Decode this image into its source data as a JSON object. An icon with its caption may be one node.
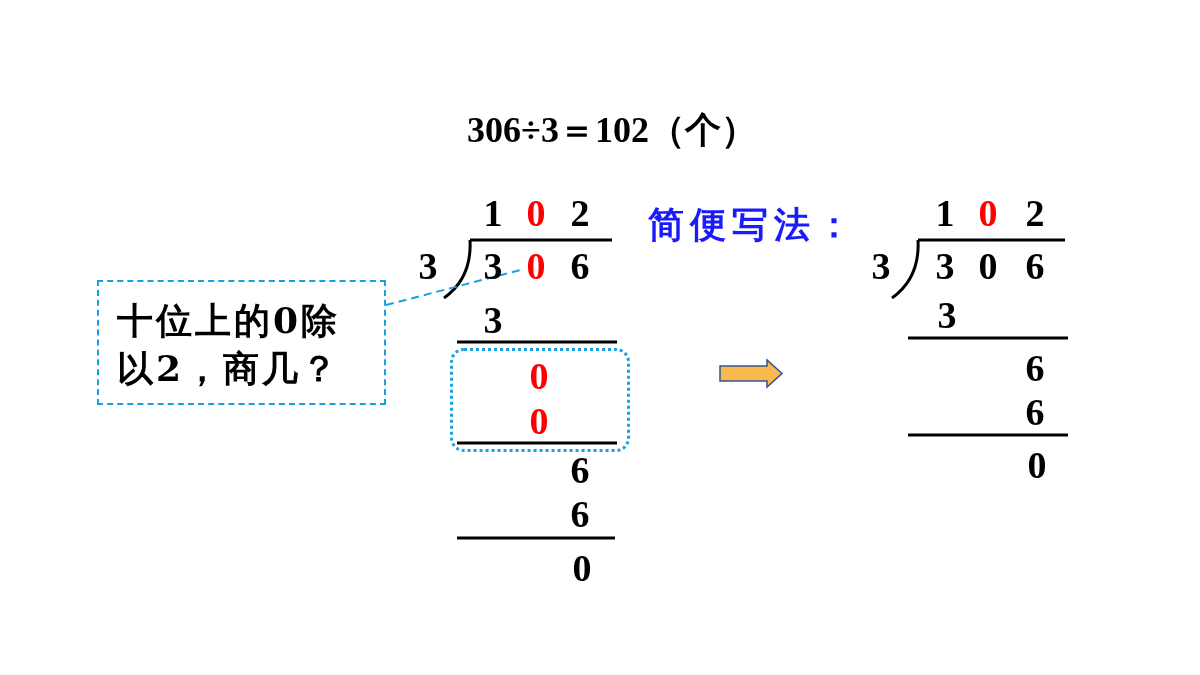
{
  "diagram": {
    "title": "306÷3＝102（个）",
    "nodes": [
      {
        "text": [
          "十位上的0除以2，商几？"
        ]
      },
      {
        "text": [
          "0"
        ]
      },
      {
        "text": [
          "0",
          "0"
        ]
      }
    ],
    "edges": [
      {
        "from": 0,
        "to": 1,
        "arrow": "none",
        "style": "dashed",
        "color": "#1aa0e0"
      }
    ],
    "labels": [
      "1",
      "0",
      "2",
      "3",
      "3",
      "6",
      "3",
      "6",
      "6",
      "0",
      "简便写法：",
      "1",
      "0",
      "2",
      "3",
      "3",
      "0",
      "6",
      "3",
      "6",
      "6",
      "0"
    ]
  }
}
